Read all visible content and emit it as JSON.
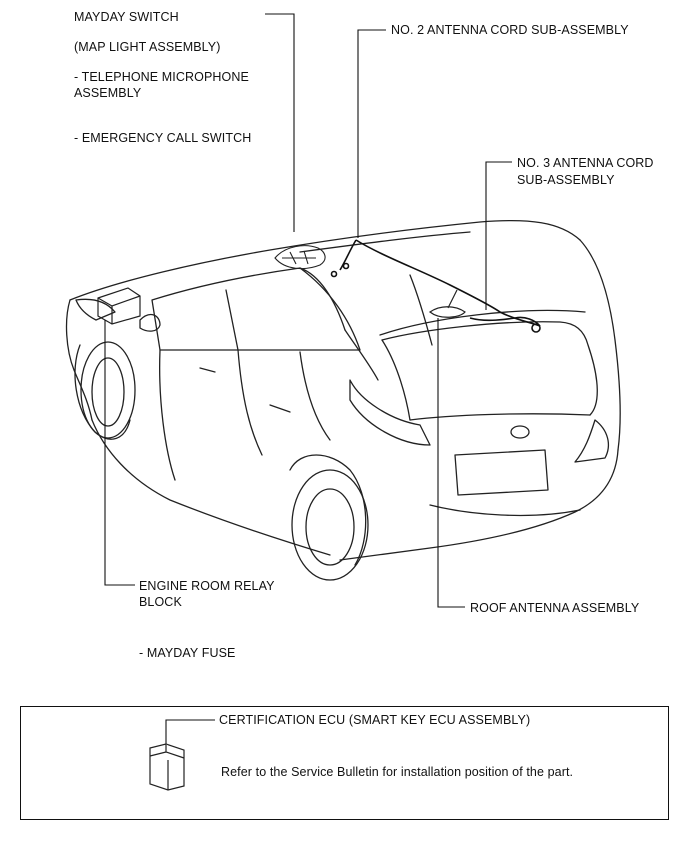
{
  "callouts": {
    "mayday_switch": "MAYDAY SWITCH",
    "map_light_assembly": "(MAP LIGHT ASSEMBLY)",
    "telephone_microphone_line1": "- TELEPHONE MICROPHONE",
    "telephone_microphone_line2": "ASSEMBLY",
    "emergency_call_switch": "- EMERGENCY CALL SWITCH",
    "no2_antenna_cord": "NO. 2 ANTENNA CORD SUB-ASSEMBLY",
    "no3_antenna_cord_line1": "NO. 3 ANTENNA CORD",
    "no3_antenna_cord_line2": "SUB-ASSEMBLY",
    "engine_room_relay_line1": "ENGINE ROOM RELAY",
    "engine_room_relay_line2": "BLOCK",
    "roof_antenna_assembly": "ROOF ANTENNA ASSEMBLY",
    "mayday_fuse": "- MAYDAY FUSE"
  },
  "info_box": {
    "certification_ecu": "CERTIFICATION ECU (SMART KEY ECU ASSEMBLY)",
    "note": "Refer to the Service Bulletin for installation position of the part."
  }
}
